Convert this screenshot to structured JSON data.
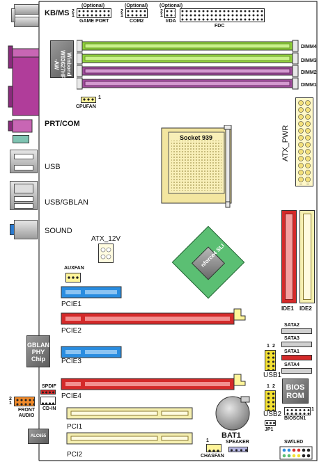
{
  "labels": {
    "kbms": "KB/MS",
    "game_port_optional": "(Optional)",
    "game_port": "GAME PORT",
    "com2_optional": "(Optional)",
    "com2": "COM2",
    "irda_optional": "(Optional)",
    "irda": "IrDA",
    "fdc": "FDC",
    "pin2": "2",
    "pin1": "1",
    "winbond_line1": "Winbond",
    "winbond_line2": "W83627HF",
    "winbond_line3": "-AW",
    "dimm4": "DIMM4",
    "dimm3": "DIMM3",
    "dimm2": "DIMM2",
    "dimm1": "DIMM1",
    "cpufan": "CPUFAN",
    "prt_com": "PRT/COM",
    "socket": "Socket 939",
    "atx_pwr": "ATX_PWR",
    "usb": "USB",
    "usb_gblan": "USB/GBLAN",
    "sound": "SOUND",
    "atx_12v": "ATX_12V",
    "nforce": "nforce4 SLI",
    "auxfan": "AUXFAN",
    "pcie1": "PCIE1",
    "pcie2": "PCIE2",
    "pcie3": "PCIE3",
    "pcie4": "PCIE4",
    "ide1": "IDE1",
    "ide2": "IDE2",
    "sata2": "SATA2",
    "sata3": "SATA3",
    "sata1": "SATA1",
    "sata4": "SATA4",
    "usb1": "USB1",
    "usb2": "USB2",
    "usb_pin1": "1",
    "usb_pin2": "2",
    "gblan_line1": "GBLAN",
    "gblan_line2": "PHY",
    "gblan_line3": "Chip",
    "spdif": "SPDIF",
    "front_audio_line1": "FRONT",
    "front_audio_line2": "AUDIO",
    "cd_in": "CD-IN",
    "bios_line1": "BIOS",
    "bios_line2": "ROM",
    "bioscn1": "BIOSCN1",
    "jp1": "JP1",
    "pci1": "PCI1",
    "pci2": "PCI2",
    "bat1": "BAT1",
    "alc655": "ALC655",
    "speaker": "SPEAKER",
    "chasfan": "CHASFAN",
    "swled": "SW/LED",
    "fan_pin1": "1"
  },
  "colors": {
    "dimm_green": "#8fd13a",
    "dimm_purple": "#a04d9c",
    "pcie_blue": "#2a8de0",
    "pcie_red": "#d42a2a",
    "pci_cream": "#f5efb0",
    "ide_red": "#d42a2a",
    "ide_cream": "#f5efb0",
    "chipset_green": "#5bbf73",
    "port_purple": "#b03d9a"
  }
}
